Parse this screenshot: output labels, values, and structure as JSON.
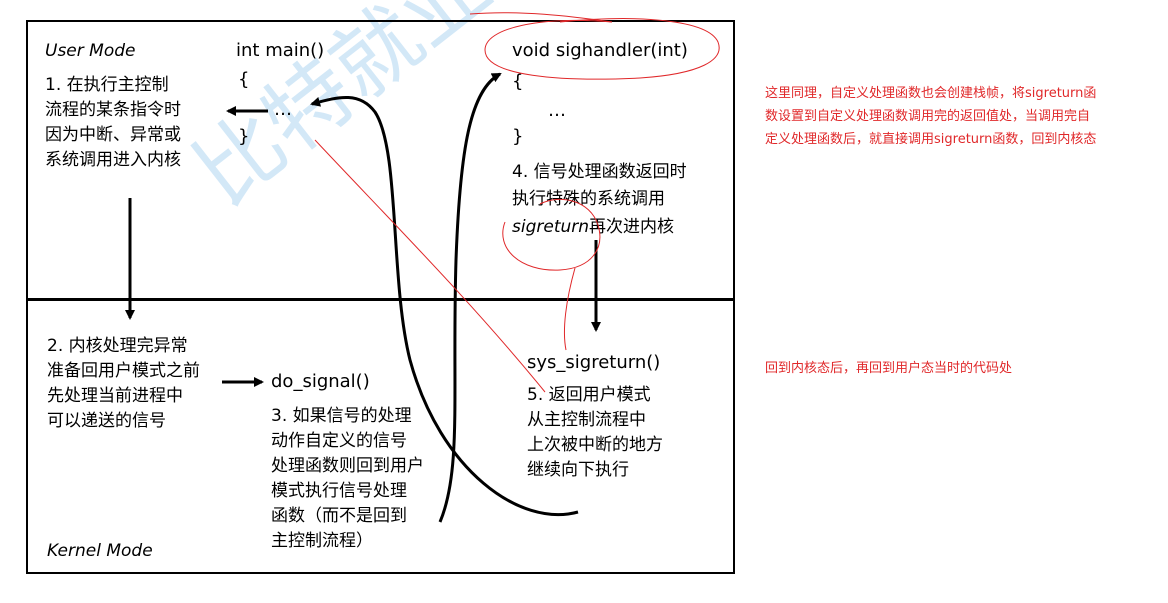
{
  "modes": {
    "user": "User Mode",
    "kernel": "Kernel Mode"
  },
  "code": {
    "main": "int main()",
    "main_open": "{",
    "main_ellipsis": "…",
    "main_close": "}",
    "handler": "void sighandler(int)",
    "handler_open": "{",
    "handler_ellipsis": "…",
    "handler_close": "}",
    "do_signal": "do_signal()",
    "sys_sigreturn": "sys_sigreturn()"
  },
  "steps": {
    "s1": "1. 在执行主控制\n流程的某条指令时\n因为中断、异常或\n系统调用进入内核",
    "s2": "2. 内核处理完异常\n准备回用户模式之前\n先处理当前进程中\n可以递送的信号",
    "s3": "3. 如果信号的处理\n动作自定义的信号\n处理函数则回到用户\n模式执行信号处理\n函数（而不是回到\n主控制流程）",
    "s4_line1": "4. 信号处理函数返回时",
    "s4_line2": "执行特殊的系统调用",
    "s4_sigreturn": "sigreturn",
    "s4_tail": "再次进内核",
    "s5": "5. 返回用户模式\n从主控制流程中\n上次被中断的地方\n继续向下执行"
  },
  "watermark": "比特就业课",
  "annotations": {
    "note1": "这里同理，自定义处理函数也会创建栈帧，将sigreturn函\n数设置到自定义处理函数调用完的返回值处，当调用完自\n定义处理函数后，就直接调用sigreturn函数，回到内核态",
    "note2": "回到内核态后，再回到用户态当时的代码处"
  },
  "colors": {
    "annotation": "#e0282a",
    "watermark": "#cfe6f7",
    "ink": "#000000"
  }
}
